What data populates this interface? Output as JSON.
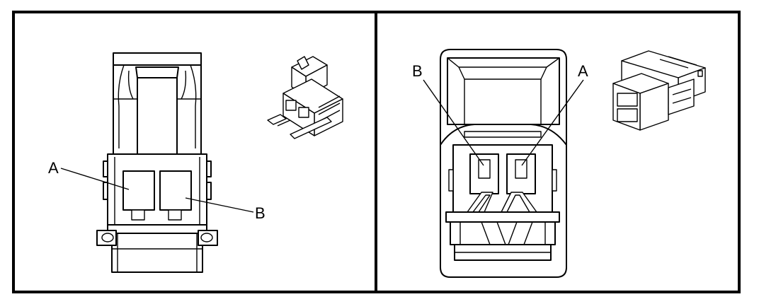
{
  "left_panel": {
    "callout_a": "A",
    "callout_b": "B"
  },
  "right_panel": {
    "callout_b": "B",
    "callout_a": "A"
  }
}
